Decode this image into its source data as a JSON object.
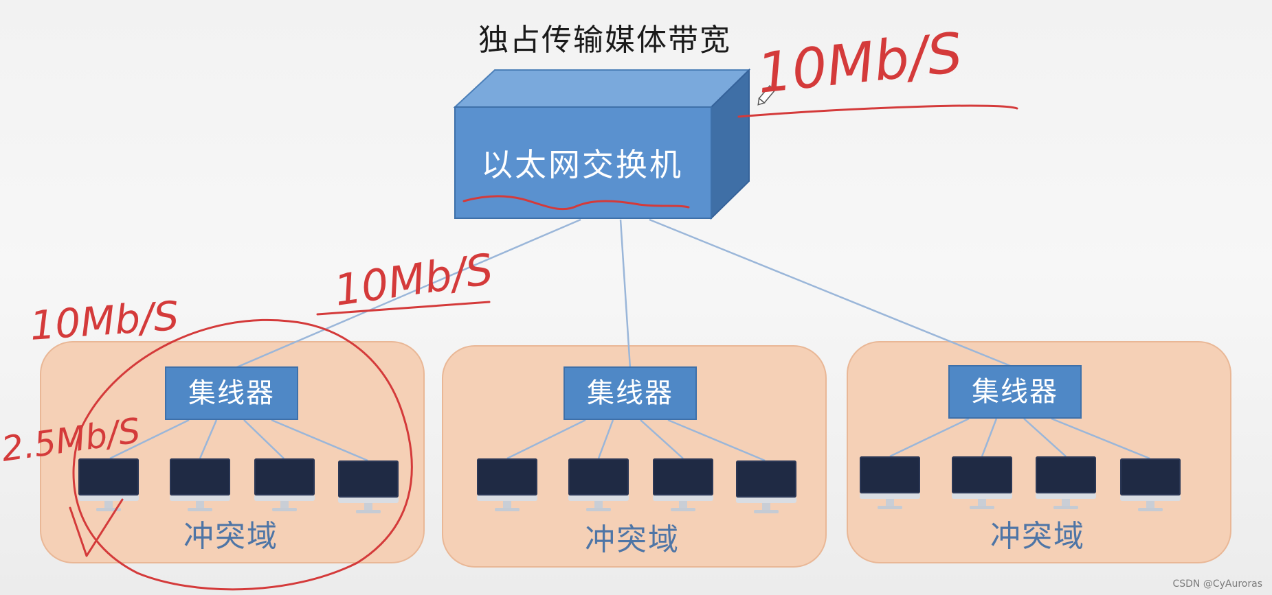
{
  "title": "独占传输媒体带宽",
  "switch": {
    "label": "以太网交换机"
  },
  "hub_label": "集线器",
  "domain_label": "冲突域",
  "colors": {
    "switch_front": "#5a91cf",
    "switch_top": "#7aa9dc",
    "switch_side": "#3f6fa6",
    "hub": "#4f88c6",
    "domain_fill": "#f5d0b6",
    "monitor": "#1f2a44",
    "link": "#9ab6d9",
    "handwriting": "#d43a3a"
  },
  "annotations": {
    "switch_rate": "10Mb/S",
    "uplink_rate": "10Mb/S",
    "hub_rate": "10Mb/S",
    "host_rate": "2.5Mb/S"
  },
  "watermark": "CSDN @CyAuroras"
}
